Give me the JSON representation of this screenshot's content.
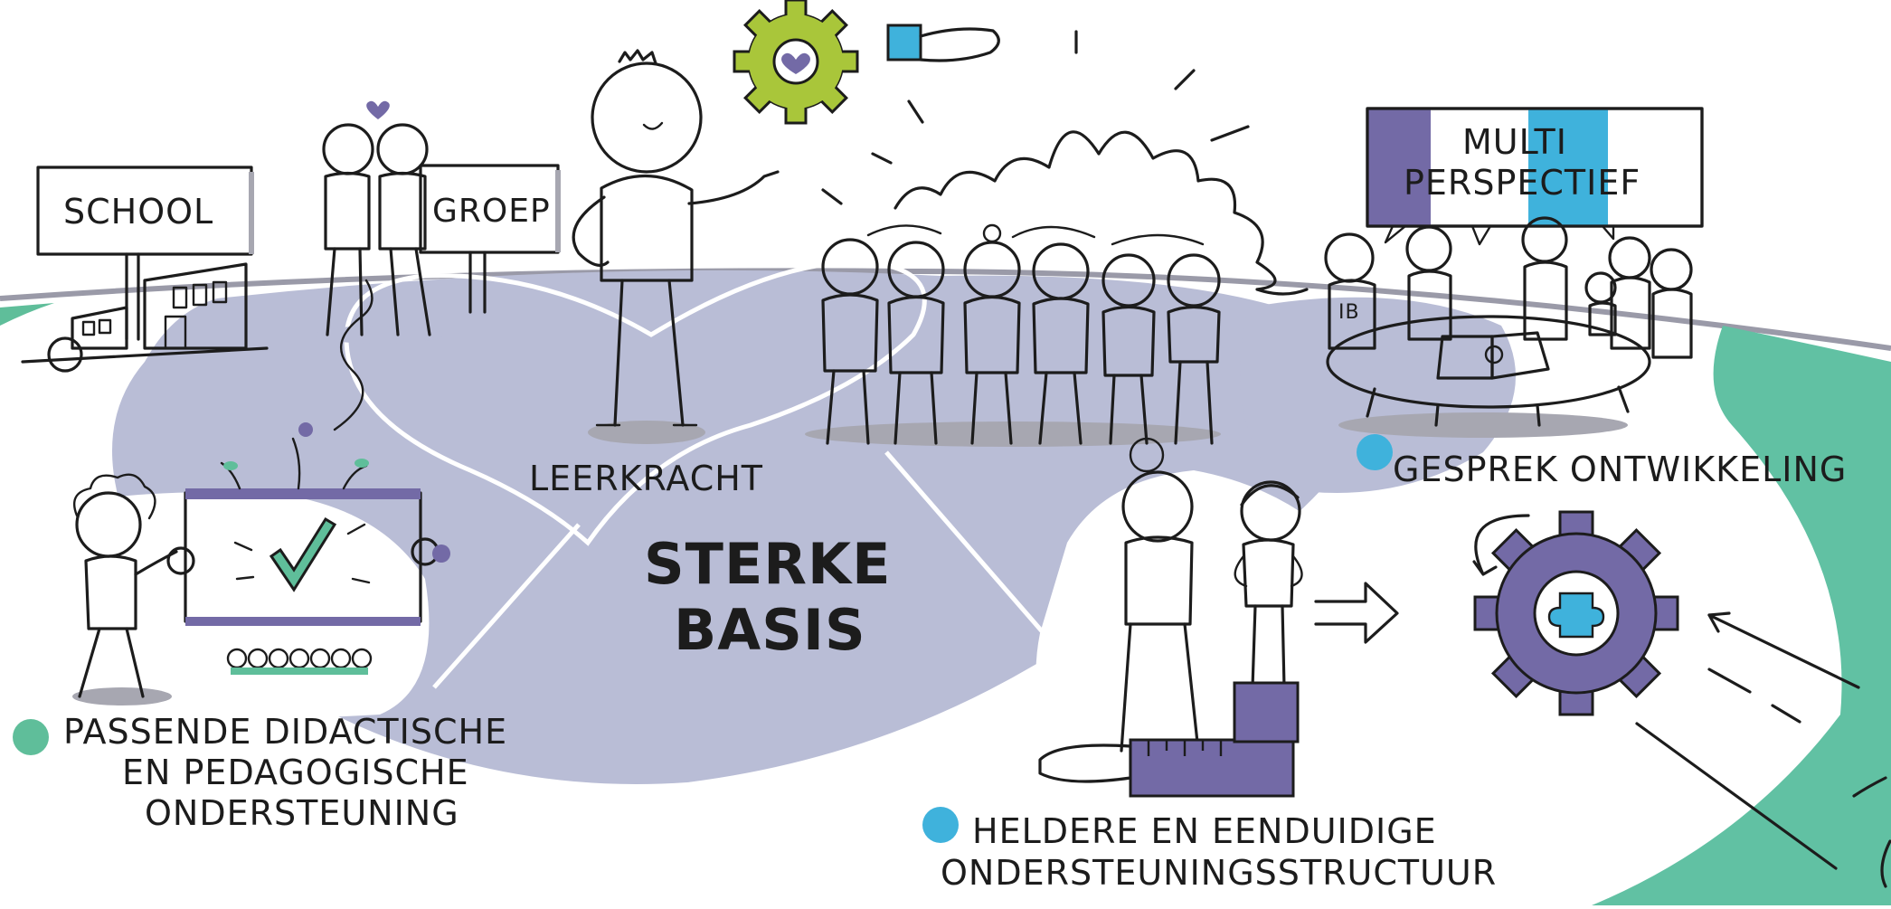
{
  "colors": {
    "ground": "#b9bdd6",
    "ground_line": "#8f93b0",
    "purple": "#736aa6",
    "blue": "#3fb2dc",
    "green": "#a9c63a",
    "teal": "#5fbe9a",
    "teal_bright": "#61c1a3",
    "grey_shadow": "#a7a7b1"
  },
  "signs": {
    "school": "SCHOOL",
    "groep": "GROEP",
    "multi_line1": "MULTI",
    "multi_line2": "PERSPECTIEF"
  },
  "labels": {
    "leerkracht": "LEERKRACHT",
    "center_line1": "STERKE",
    "center_line2": "BASIS",
    "ib": "IB",
    "gesprek": "GESPREK ONTWIKKELING",
    "passende_line1": "PASSENDE DIDACTISCHE",
    "passende_line2": "EN PEDAGOGISCHE",
    "passende_line3": "ONDERSTEUNING",
    "heldere_line1": "HELDERE EN EENDUIDIGE",
    "heldere_line2": "ONDERSTEUNINGSSTRUCTUUR"
  }
}
